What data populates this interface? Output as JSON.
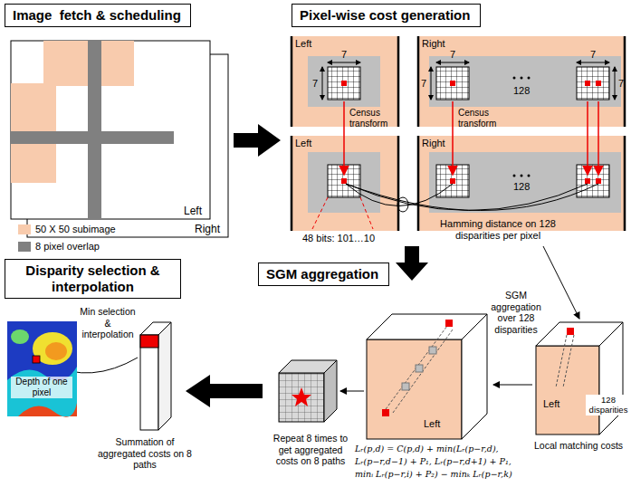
{
  "diagram": {
    "nodes": [
      {
        "text": [
          "Image  fetch & scheduling"
        ]
      },
      {
        "text": [
          "Pixel-wise cost generation"
        ]
      },
      {
        "text": [
          "SGM aggregation"
        ]
      },
      {
        "text": [
          "Disparity selection & interpolation"
        ]
      }
    ],
    "labels": [
      "Left",
      "Right",
      "Left",
      "7",
      "7",
      "Census transform",
      "Right",
      "7",
      "7",
      "128",
      "7",
      "7",
      "Census transform",
      "Left",
      "Right",
      "128",
      "48 bits: 101…10",
      "Hamming distance on 128 disparities per pixel",
      "SGM aggregation over 128 disparities",
      "Left",
      "Left",
      "128 disparities",
      "Local matching costs",
      "Lᵣ(p,d) = C(p,d) + min(Lᵣ(p−r,d),",
      "Lᵣ(p−r,d−1) + P₁, Lᵣ(p−r,d+1) + P₁,",
      "minᵢ Lᵣ(p−r,i) + P₂) − minₖ Lᵣ(p−r,k)",
      "Repeat 8 times to get aggregated costs on 8 paths",
      "Summation of aggregated costs on 8 paths",
      "Min selection & interpolation",
      "Depth of one pixel"
    ],
    "legend": [
      {
        "text": "50 X 50 subimage",
        "color": "#f8cbad"
      },
      {
        "text": "8 pixel overlap",
        "color": "#808080"
      }
    ]
  }
}
